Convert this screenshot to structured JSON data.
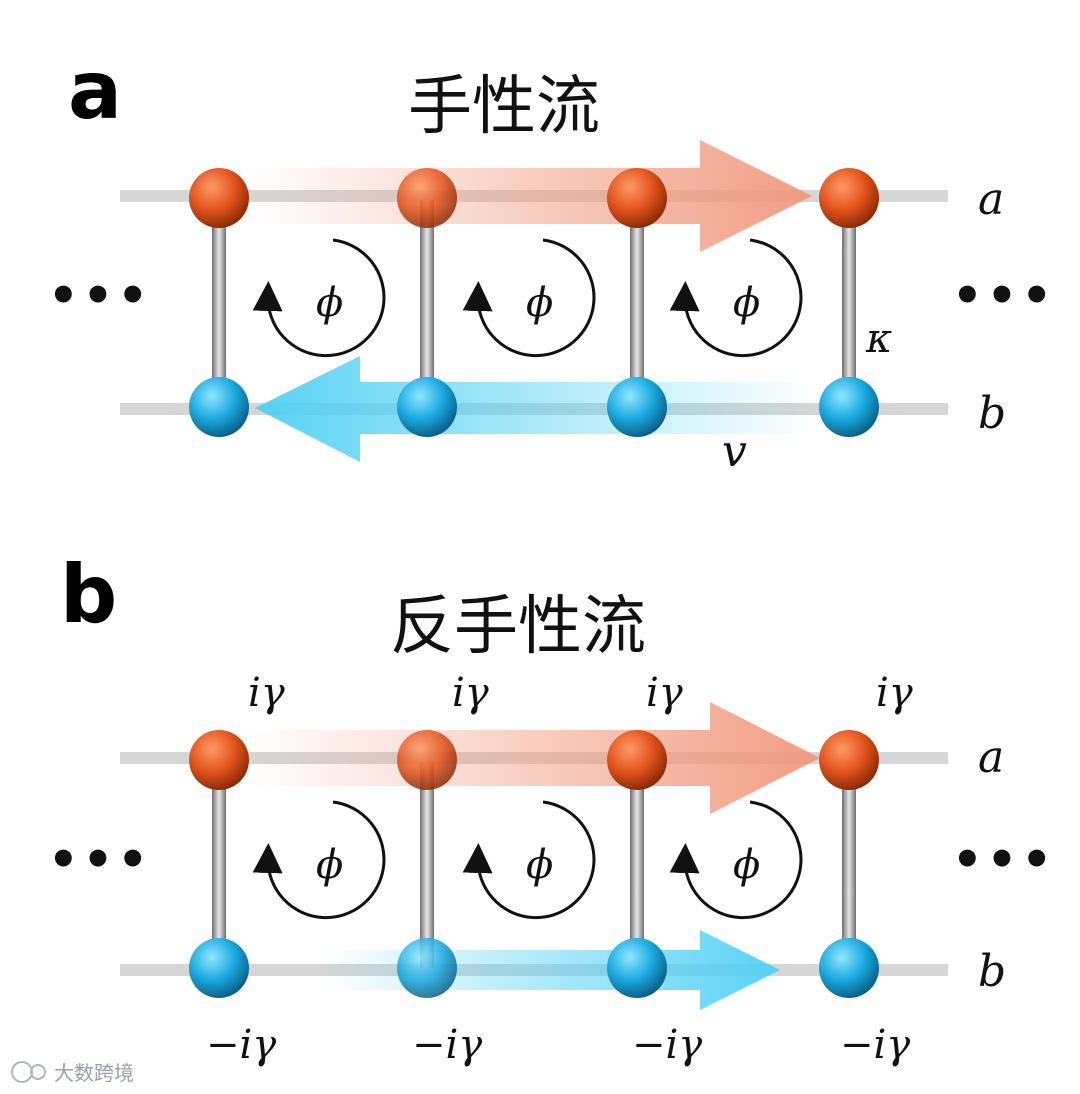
{
  "panels": [
    {
      "letter": "a",
      "title": "手性流",
      "row_labels": {
        "top": "a",
        "bottom": "b"
      },
      "left_ellipsis": "•••",
      "right_ellipsis": "•••",
      "coupling_label": "κ",
      "velocity_label": "v",
      "flux_label": "ϕ",
      "top_gain_labels": [],
      "bottom_loss_labels": [],
      "top_flow": "right",
      "bottom_flow": "left"
    },
    {
      "letter": "b",
      "title": "反手性流",
      "row_labels": {
        "top": "a",
        "bottom": "b"
      },
      "left_ellipsis": "•••",
      "right_ellipsis": "•••",
      "coupling_label": "",
      "velocity_label": "",
      "flux_label": "ϕ",
      "top_gain_labels": [
        "iγ",
        "iγ",
        "iγ",
        "iγ"
      ],
      "bottom_loss_labels": [
        "−iγ",
        "−iγ",
        "−iγ",
        "−iγ"
      ],
      "top_flow": "right",
      "bottom_flow": "right"
    }
  ],
  "colors": {
    "top_site": "#e2531c",
    "bottom_site": "#1aa9df",
    "top_arrow": "#f0987d",
    "bottom_arrow": "#4fd0f4",
    "rung": "#8c8c8c",
    "rail": "#d6d6d6"
  },
  "watermark": "大数跨境"
}
